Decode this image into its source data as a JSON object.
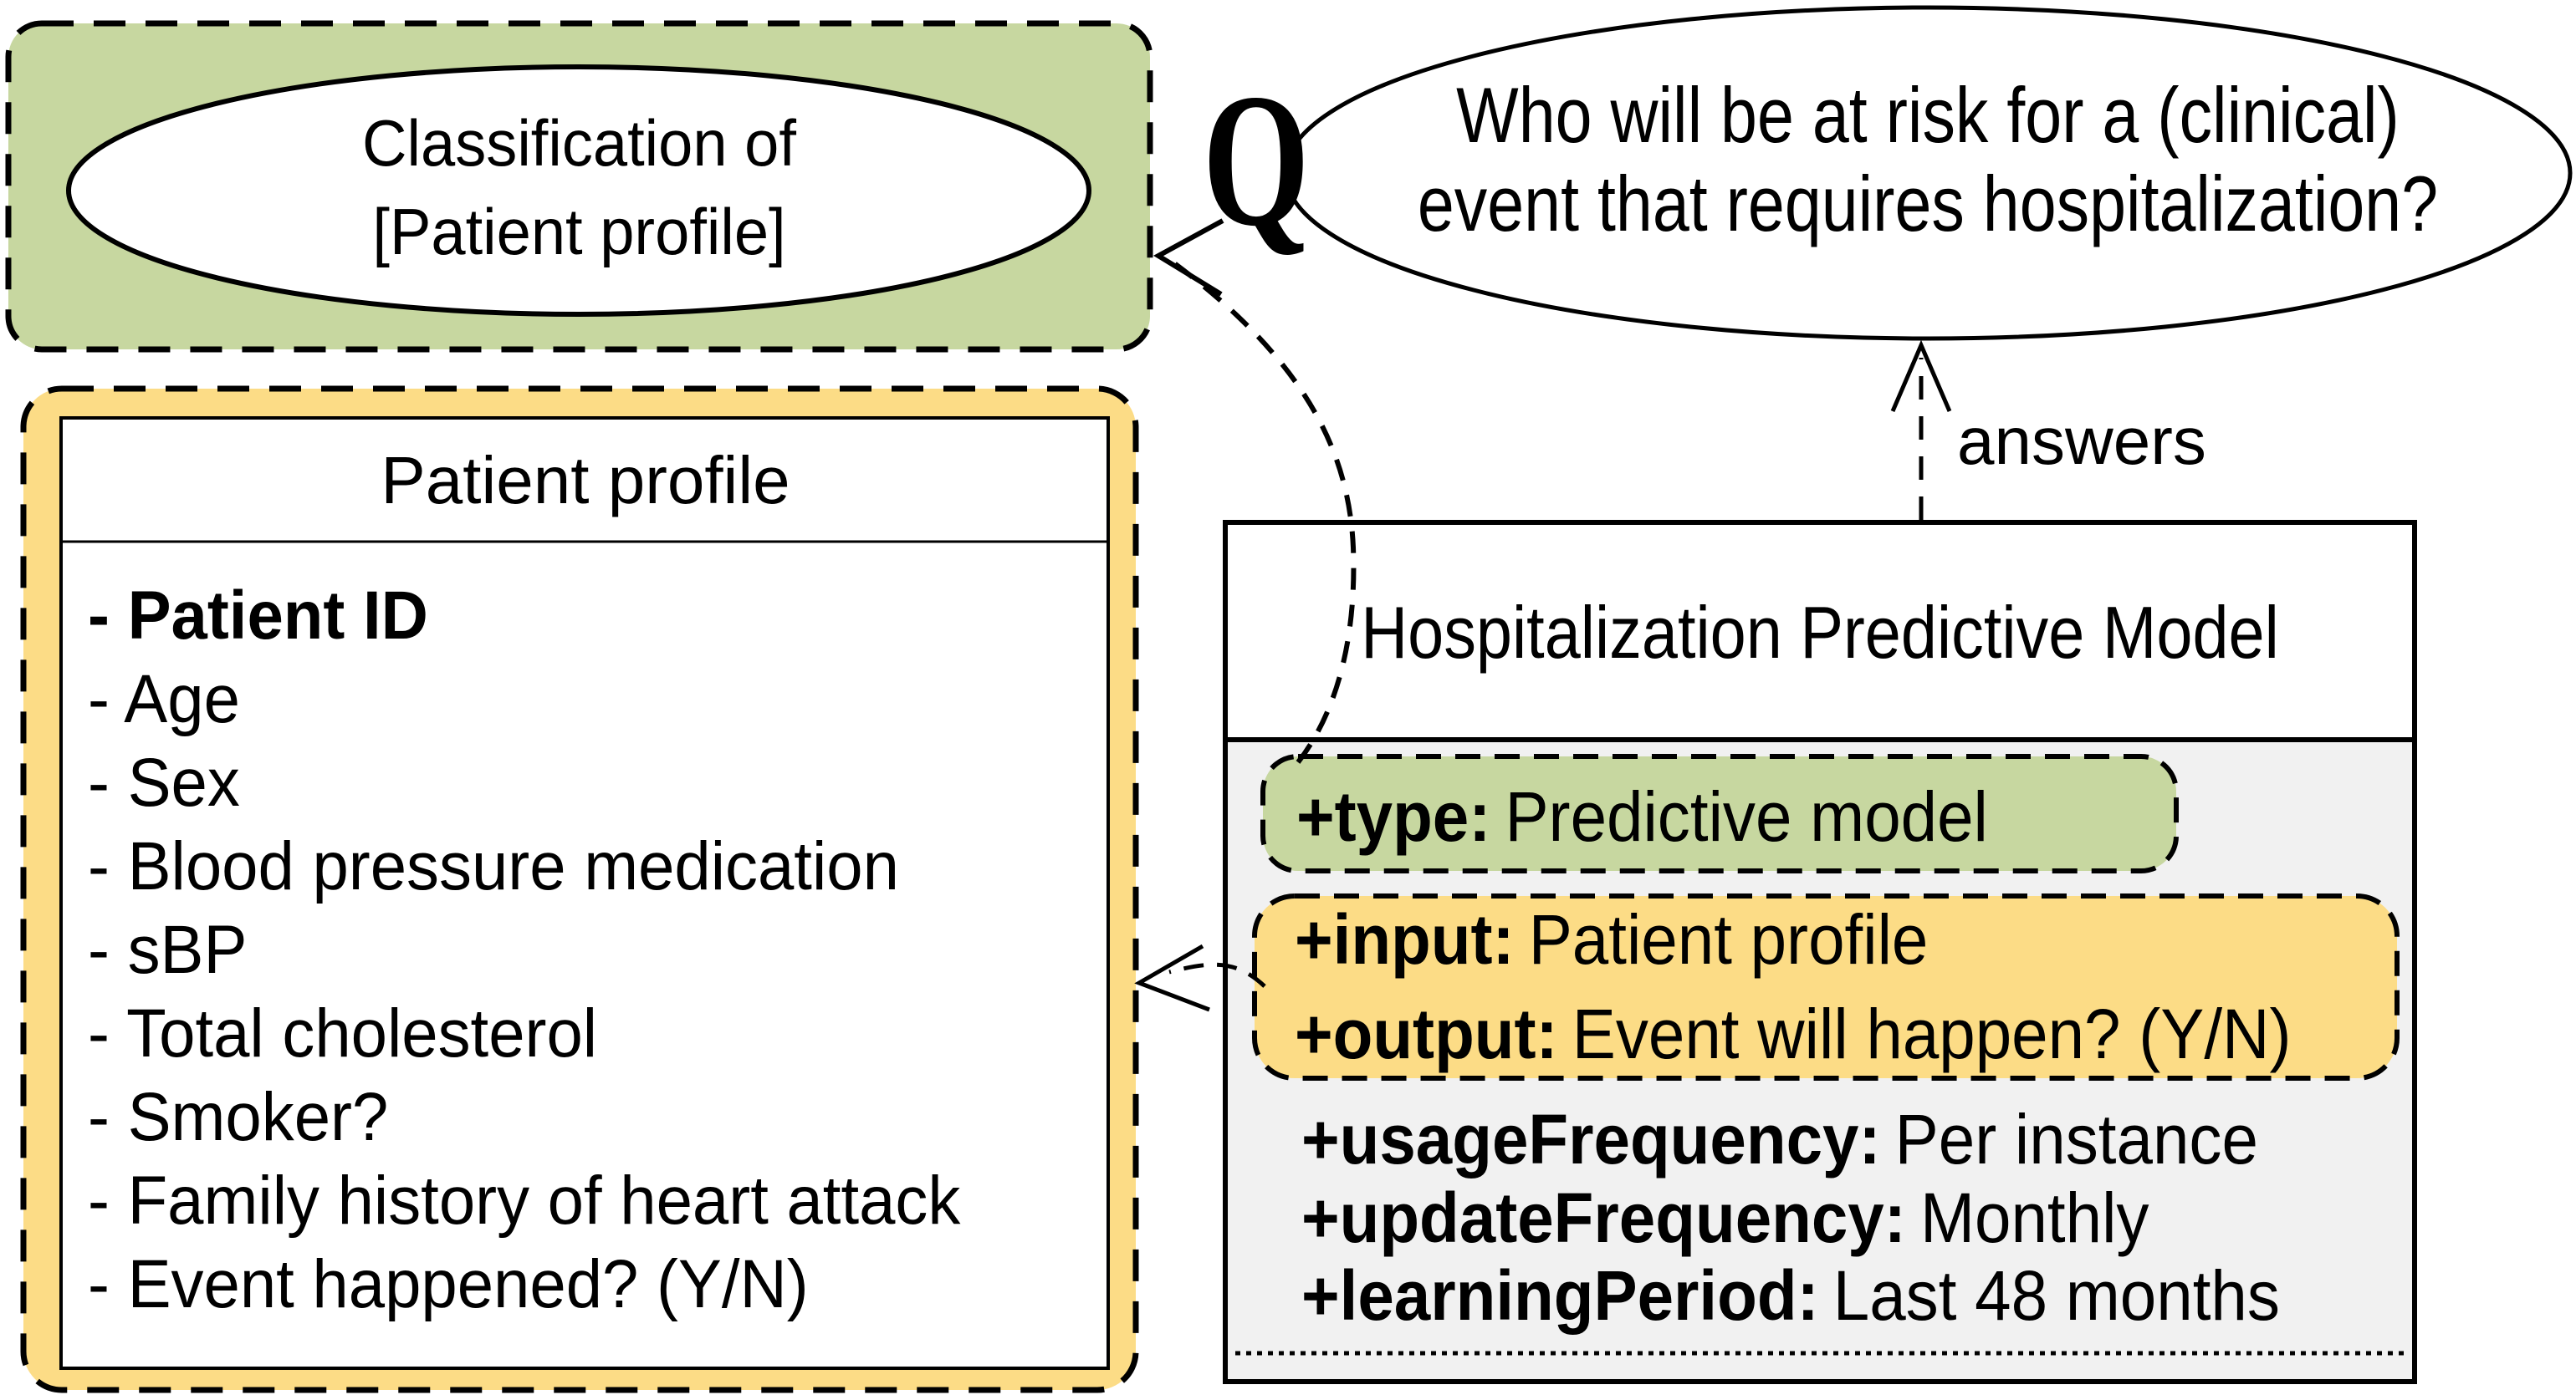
{
  "colors": {
    "green": "#c7d7a0",
    "yellow": "#fcdc86",
    "gray": "#f1f1f1",
    "white": "#ffffff",
    "black": "#000000"
  },
  "classification": {
    "line1": "Classification of",
    "line2": "[Patient profile]"
  },
  "question": {
    "marker": "Q",
    "line1": "Who will be at risk for a (clinical)",
    "line2": "event that requires hospitalization?"
  },
  "answers_label": "answers",
  "patient_profile": {
    "title": "Patient profile",
    "items": [
      {
        "text": "- Patient ID",
        "bold": true
      },
      {
        "text": "- Age",
        "bold": false
      },
      {
        "text": "- Sex",
        "bold": false
      },
      {
        "text": "- Blood pressure medication",
        "bold": false
      },
      {
        "text": "- sBP",
        "bold": false
      },
      {
        "text": "- Total cholesterol",
        "bold": false
      },
      {
        "text": "- Smoker?",
        "bold": false
      },
      {
        "text": "- Family history of heart attack",
        "bold": false
      },
      {
        "text": "- Event happened? (Y/N)",
        "bold": false
      }
    ]
  },
  "model": {
    "title": "Hospitalization Predictive Model",
    "type_attr": {
      "name": "+type:",
      "value": "Predictive model"
    },
    "input_attr": {
      "name": "+input:",
      "value": "Patient profile"
    },
    "output_attr": {
      "name": "+output:",
      "value": "Event will happen? (Y/N)"
    },
    "other_attrs": [
      {
        "name": "+usageFrequency:",
        "value": "Per instance"
      },
      {
        "name": "+updateFrequency:",
        "value": "Monthly"
      },
      {
        "name": "+learningPeriod:",
        "value": "Last 48 months"
      }
    ]
  }
}
